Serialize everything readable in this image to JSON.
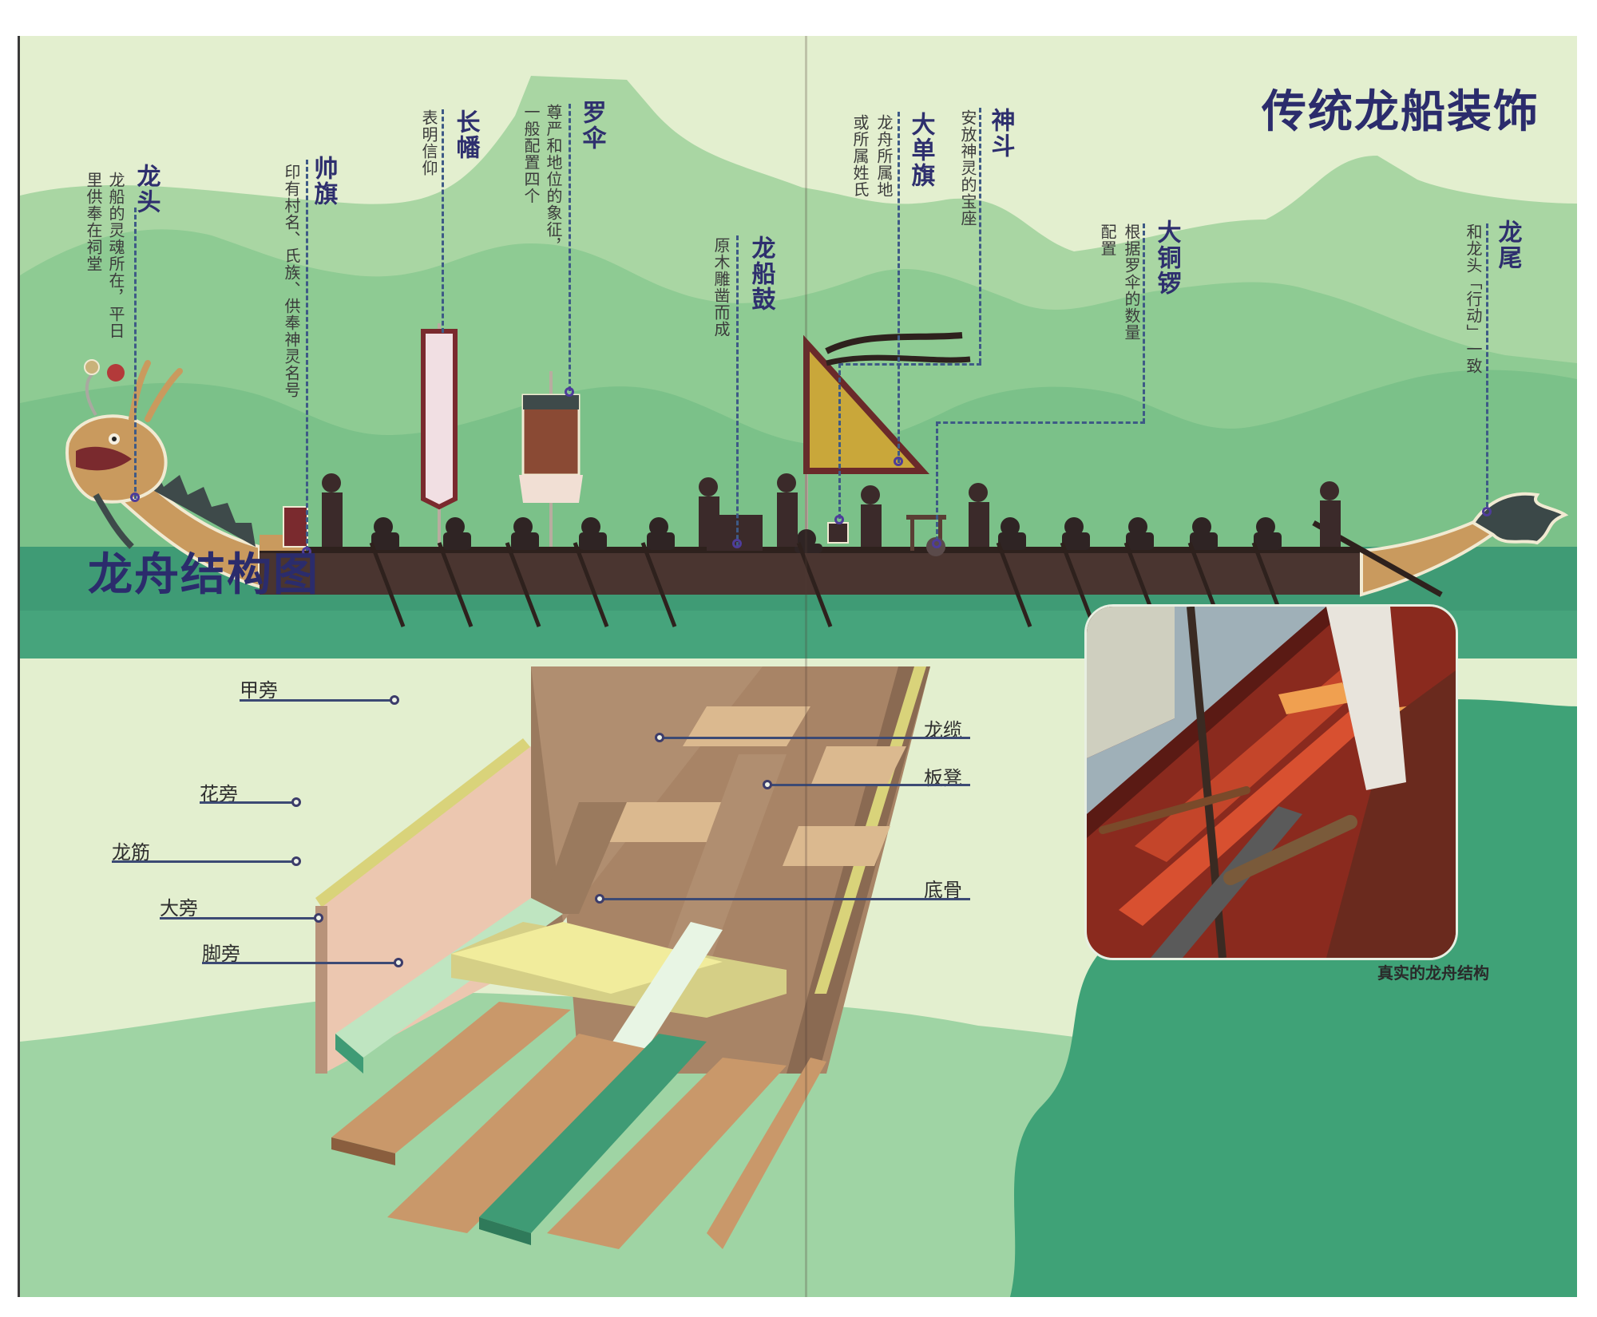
{
  "top_section": {
    "title": "传统龙船装饰",
    "annotations": [
      {
        "id": "longtou",
        "title": "龙头",
        "desc_lines": [
          "龙船的灵魂所在，平日",
          "里供奉在祠堂"
        ]
      },
      {
        "id": "shuaiqi",
        "title": "帅旗",
        "desc_lines": [
          "印有村名、氏族、供奉神灵名号"
        ]
      },
      {
        "id": "changfan",
        "title": "长幡",
        "desc_lines": [
          "表明信仰"
        ]
      },
      {
        "id": "luosan",
        "title": "罗伞",
        "desc_lines": [
          "尊严和地位的象征，",
          "一般配置四个"
        ]
      },
      {
        "id": "longchuangu",
        "title": "龙船鼓",
        "desc_lines": [
          "原木雕凿而成"
        ]
      },
      {
        "id": "dadanqi",
        "title": "大单旗",
        "desc_lines": [
          "龙舟所属地",
          "或所属姓氏"
        ]
      },
      {
        "id": "shendou",
        "title": "神斗",
        "desc_lines": [
          "安放神灵的宝座"
        ]
      },
      {
        "id": "datongluo",
        "title": "大铜锣",
        "desc_lines": [
          "根据罗伞的数量",
          "配置"
        ]
      },
      {
        "id": "longwei",
        "title": "龙尾",
        "desc_lines": [
          "和龙头「行动」一致"
        ]
      }
    ]
  },
  "bottom_section": {
    "title": "龙舟结构图",
    "parts": [
      {
        "id": "jiapang",
        "label": "甲旁"
      },
      {
        "id": "huapang",
        "label": "花旁"
      },
      {
        "id": "longjin",
        "label": "龙筋"
      },
      {
        "id": "dapang",
        "label": "大旁"
      },
      {
        "id": "jiaopang",
        "label": "脚旁"
      },
      {
        "id": "longlan",
        "label": "龙缆"
      },
      {
        "id": "bandeng",
        "label": "板凳"
      },
      {
        "id": "digu",
        "label": "底骨"
      }
    ],
    "photo_caption": "真实的龙舟结构"
  },
  "colors": {
    "page_bg": "#e3efcf",
    "hill_light": "#9fd19d",
    "hill_mid": "#7fc48e",
    "water": "#3e9a74",
    "title_navy": "#2b2c6c",
    "annotation_dash": "#3e5a86",
    "hull_brown": "#4a3530",
    "dragon_tan": "#c99a5e",
    "flag_yellow": "#c9a73a",
    "green_blob": "#3fa277"
  }
}
